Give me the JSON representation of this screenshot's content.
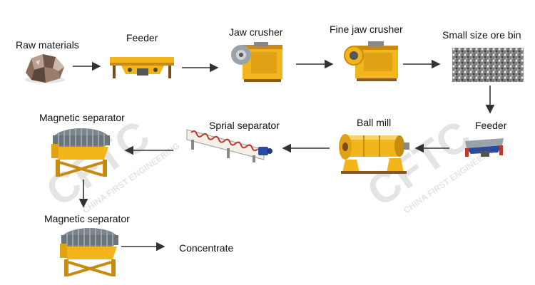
{
  "watermark": {
    "logo_text": "CFTC",
    "caption": "CHINA FIRST ENGINEERING"
  },
  "nodes": [
    {
      "id": "raw_materials",
      "label": "Raw materials",
      "icon": "raw-ore-icon"
    },
    {
      "id": "feeder_1",
      "label": "Feeder",
      "icon": "vibrating-feeder-icon"
    },
    {
      "id": "jaw_crusher",
      "label": "Jaw crusher",
      "icon": "jaw-crusher-icon"
    },
    {
      "id": "fine_jaw_crusher",
      "label": "Fine jaw crusher",
      "icon": "fine-jaw-crusher-icon"
    },
    {
      "id": "small_ore_bin",
      "label": "Small size ore bin",
      "icon": "ore-bin-gravel-icon"
    },
    {
      "id": "feeder_2",
      "label": "Feeder",
      "icon": "vibrating-feeder-icon"
    },
    {
      "id": "ball_mill",
      "label": "Ball mill",
      "icon": "ball-mill-icon"
    },
    {
      "id": "spiral_separator",
      "label": "Sprial separator",
      "icon": "spiral-classifier-icon"
    },
    {
      "id": "magnetic_separator_1",
      "label": "Magnetic separator",
      "icon": "magnetic-separator-icon"
    },
    {
      "id": "magnetic_separator_2",
      "label": "Magnetic separator",
      "icon": "magnetic-separator-icon"
    },
    {
      "id": "concentrate",
      "label": "Concentrate",
      "icon": ""
    }
  ],
  "edges": [
    [
      "raw_materials",
      "feeder_1"
    ],
    [
      "feeder_1",
      "jaw_crusher"
    ],
    [
      "jaw_crusher",
      "fine_jaw_crusher"
    ],
    [
      "fine_jaw_crusher",
      "small_ore_bin"
    ],
    [
      "small_ore_bin",
      "feeder_2"
    ],
    [
      "feeder_2",
      "ball_mill"
    ],
    [
      "ball_mill",
      "spiral_separator"
    ],
    [
      "spiral_separator",
      "magnetic_separator_1"
    ],
    [
      "magnetic_separator_1",
      "magnetic_separator_2"
    ],
    [
      "magnetic_separator_2",
      "concentrate"
    ]
  ],
  "colors": {
    "machine_yellow": "#f2b51c",
    "machine_shadow": "#c98a10",
    "steel": "#8e969c",
    "arrow": "#333333",
    "watermark": "#d9d9d9"
  }
}
